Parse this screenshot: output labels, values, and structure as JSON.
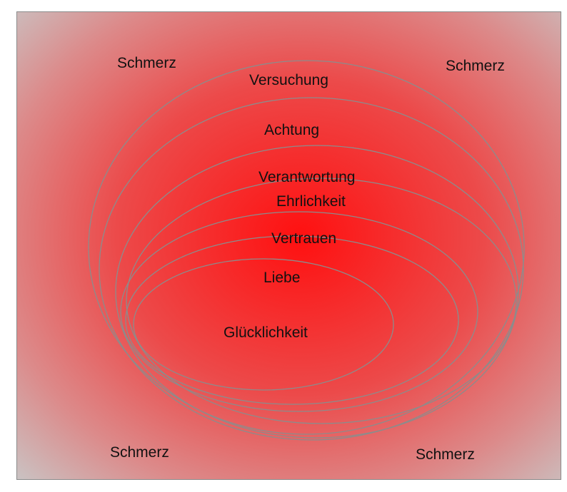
{
  "colors": {
    "center": "#ff1010",
    "edge": "#c8c8c8",
    "ring_stroke": "#8c8c8c",
    "frame": "#8a8a8a",
    "text": "#111111"
  },
  "corner_labels": {
    "top_left": "Schmerz",
    "top_right": "Schmerz",
    "bottom_left": "Schmerz",
    "bottom_right": "Schmerz"
  },
  "rings": [
    {
      "label": "Versuchung"
    },
    {
      "label": "Achtung"
    },
    {
      "label": "Verantwortung"
    },
    {
      "label": "Ehrlichkeit"
    },
    {
      "label": "Vertrauen"
    },
    {
      "label": "Liebe"
    },
    {
      "label": "Glücklichkeit"
    }
  ]
}
